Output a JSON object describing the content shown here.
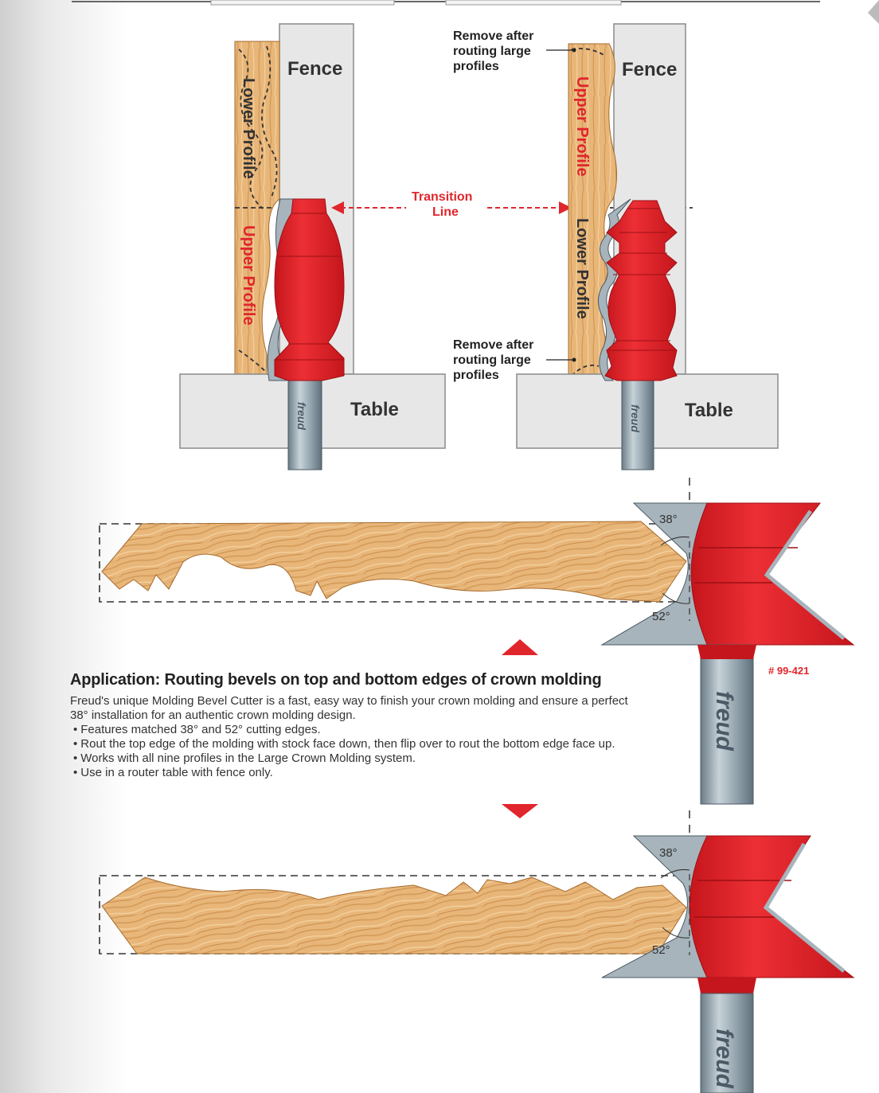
{
  "top_left_setup": {
    "fence": "Fence",
    "table": "Table",
    "lower_profile": "Lower Profile",
    "upper_profile": "Upper Profile",
    "brand": "freud"
  },
  "top_right_setup": {
    "fence": "Fence",
    "table": "Table",
    "upper_profile": "Upper Profile",
    "lower_profile": "Lower Profile",
    "brand": "freud",
    "note_top": [
      "Remove after",
      "routing large",
      "profiles"
    ],
    "note_bottom": [
      "Remove after",
      "routing large",
      "profiles"
    ]
  },
  "transition_line": [
    "Transition",
    "Line"
  ],
  "bevel_top": {
    "angle_upper": "38°",
    "angle_lower": "52°",
    "part_number": "# 99-421",
    "brand": "freud"
  },
  "bevel_bottom": {
    "angle_upper": "38°",
    "angle_lower": "52°",
    "brand": "freud"
  },
  "application": {
    "title": "Application: Routing bevels on top and bottom edges of crown molding",
    "description": "Freud's unique Molding Bevel Cutter is a fast, easy way to finish your crown molding and ensure a perfect 38° installation for an authentic crown molding design.",
    "bullets": [
      "Features matched 38° and 52° cutting edges.",
      "Rout the top edge of the molding with stock face down, then flip over to rout the bottom edge face up.",
      "Works with all nine profiles in the Large Crown Molding system.",
      "Use in a router table with fence only."
    ]
  },
  "colors": {
    "bit_red": "#e0262c",
    "steel_gray": "#a7b4bc",
    "wood": "#e7b47a",
    "fence_gray": "#e7e7e7"
  }
}
